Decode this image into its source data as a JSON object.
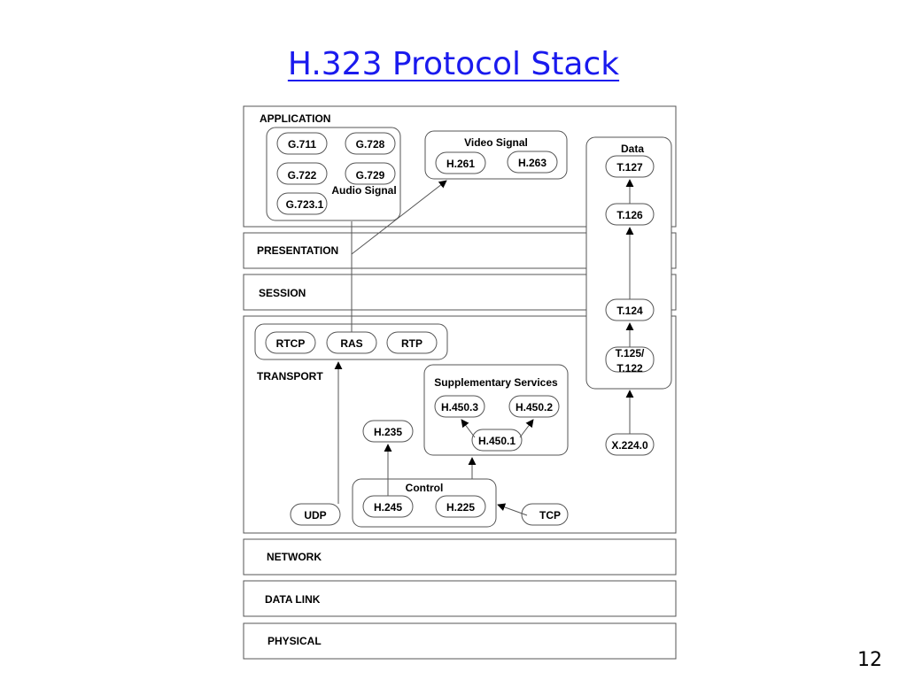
{
  "title": "H.323 Protocol Stack",
  "page_number": "12",
  "layers": {
    "application": "APPLICATION",
    "presentation": "PRESENTATION",
    "session": "SESSION",
    "transport": "TRANSPORT",
    "network": "NETWORK",
    "data_link": "DATA LINK",
    "physical": "PHYSICAL"
  },
  "audio": {
    "label": "Audio Signal",
    "g711": "G.711",
    "g728": "G.728",
    "g722": "G.722",
    "g729": "G.729",
    "g7231": "G.723.1"
  },
  "video": {
    "label": "Video Signal",
    "h261": "H.261",
    "h263": "H.263"
  },
  "data": {
    "label": "Data",
    "t127": "T.127",
    "t126": "T.126",
    "t124": "T.124",
    "t125_line1": "T.125/",
    "t125_line2": "T.122",
    "x224": "X.224.0"
  },
  "transport": {
    "rtcp": "RTCP",
    "ras": "RAS",
    "rtp": "RTP",
    "udp": "UDP",
    "tcp": "TCP",
    "h235": "H.235"
  },
  "supplementary": {
    "label": "Supplementary Services",
    "h4503": "H.450.3",
    "h4502": "H.450.2",
    "h4501": "H.450.1"
  },
  "control": {
    "label": "Control",
    "h245": "H.245",
    "h225": "H.225"
  }
}
